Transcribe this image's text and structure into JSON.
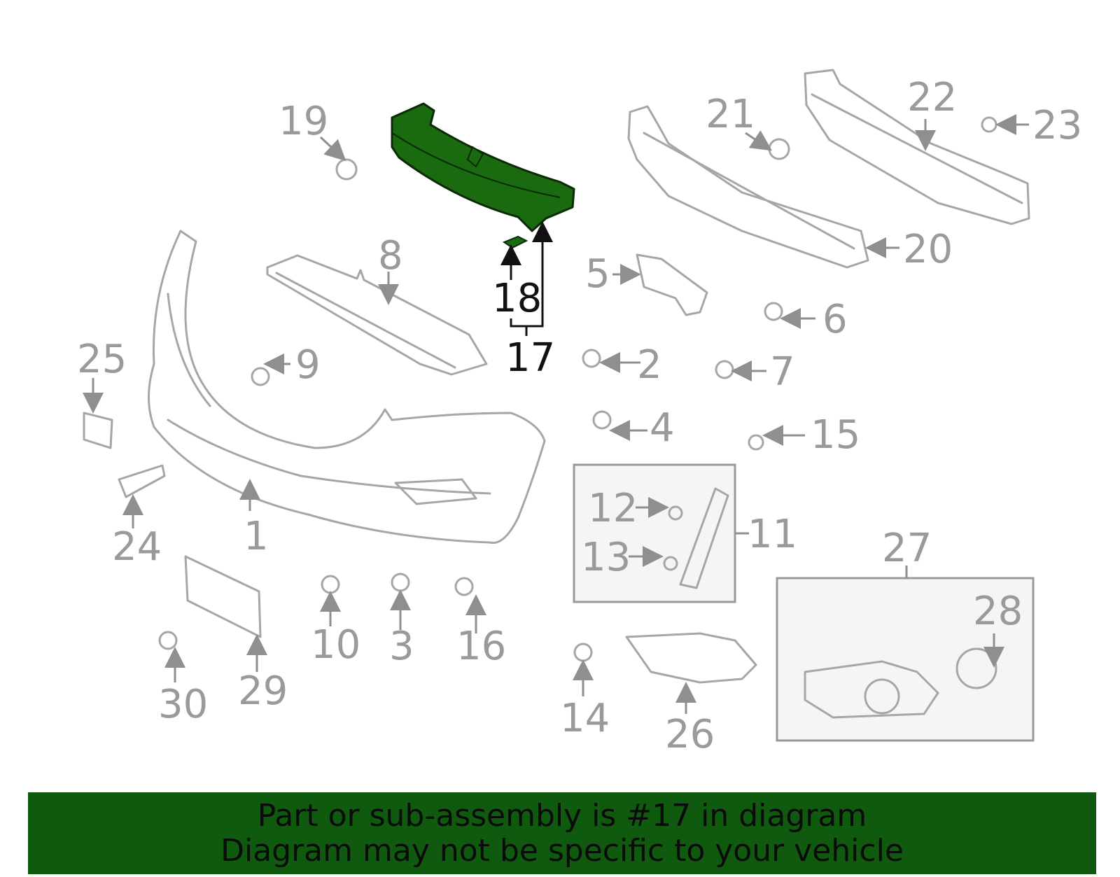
{
  "diagram": {
    "highlight_color": "#1a6b0f",
    "highlighted_part": "17",
    "callouts": {
      "c1": "1",
      "c2": "2",
      "c3": "3",
      "c4": "4",
      "c5": "5",
      "c6": "6",
      "c7": "7",
      "c8": "8",
      "c9": "9",
      "c10": "10",
      "c11": "11",
      "c12": "12",
      "c13": "13",
      "c14": "14",
      "c15": "15",
      "c16": "16",
      "c17": "17",
      "c18": "18",
      "c19": "19",
      "c20": "20",
      "c21": "21",
      "c22": "22",
      "c23": "23",
      "c24": "24",
      "c25": "25",
      "c26": "26",
      "c27": "27",
      "c28": "28",
      "c29": "29",
      "c30": "30"
    }
  },
  "banner": {
    "line1": "Part or sub-assembly is #17 in diagram",
    "line2": "Diagram may not be specific to your vehicle",
    "background": "#0f5a0f"
  }
}
